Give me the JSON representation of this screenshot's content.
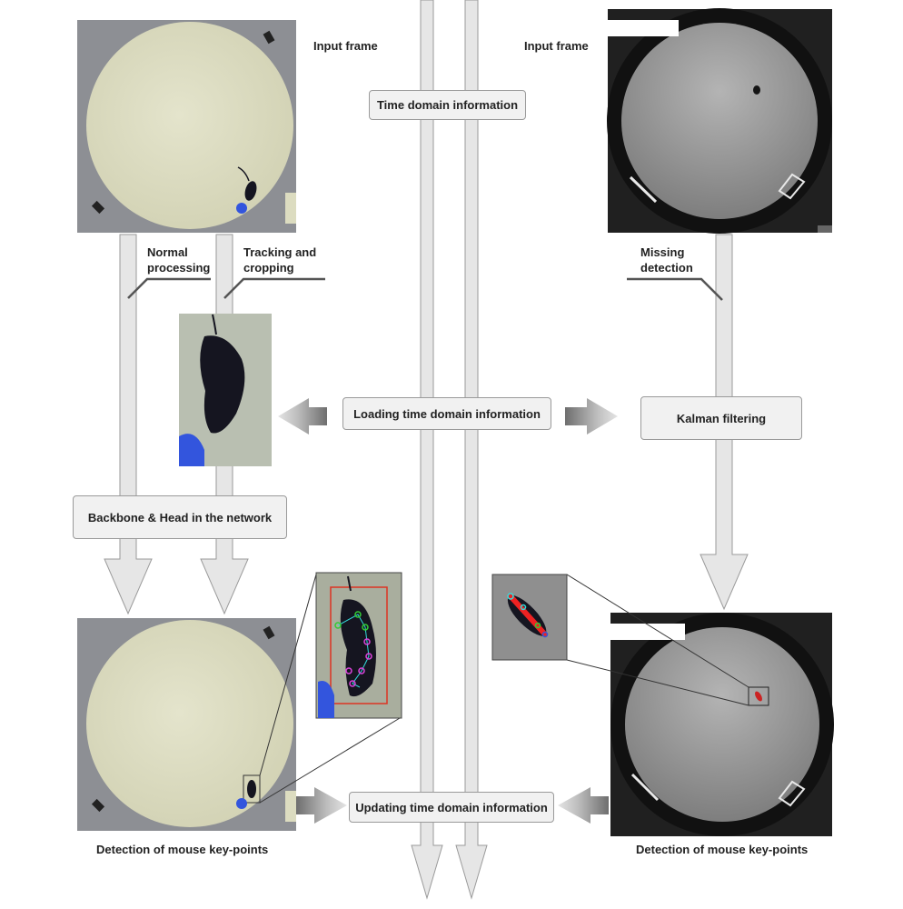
{
  "labels": {
    "input_frame_left": "Input frame",
    "input_frame_right": "Input frame",
    "normal_processing_1": "Normal",
    "normal_processing_2": "processing",
    "tracking_cropping_1": "Tracking and",
    "tracking_cropping_2": "cropping",
    "missing_detection_1": "Missing",
    "missing_detection_2": "detection",
    "detection_left": "Detection of mouse key-points",
    "detection_right": "Detection of mouse key-points"
  },
  "boxes": {
    "time_domain_info": "Time domain information",
    "loading_time_domain": "Loading time domain information",
    "kalman": "Kalman filtering",
    "backbone": "Backbone & Head in the network",
    "updating_time_domain": "Updating time domain information"
  },
  "colors": {
    "arrow_fill": "#e6e6e6",
    "arrow_stroke": "#9a9a9a",
    "box_fill": "#f1f1f1",
    "dish_fill": "#dcdcc0",
    "frame_bg": "#8d8f94",
    "arena_dark": "#1c1c1c",
    "arena_floor": "#9b9b9b",
    "mouse": "#151520",
    "keypoint_green": "#33cc33",
    "keypoint_magenta": "#dd44dd",
    "keypoint_cyan": "#33dddd",
    "crop_border": "#dd3322",
    "body_line_red": "#ee2222",
    "blue_marker": "#3355dd"
  }
}
